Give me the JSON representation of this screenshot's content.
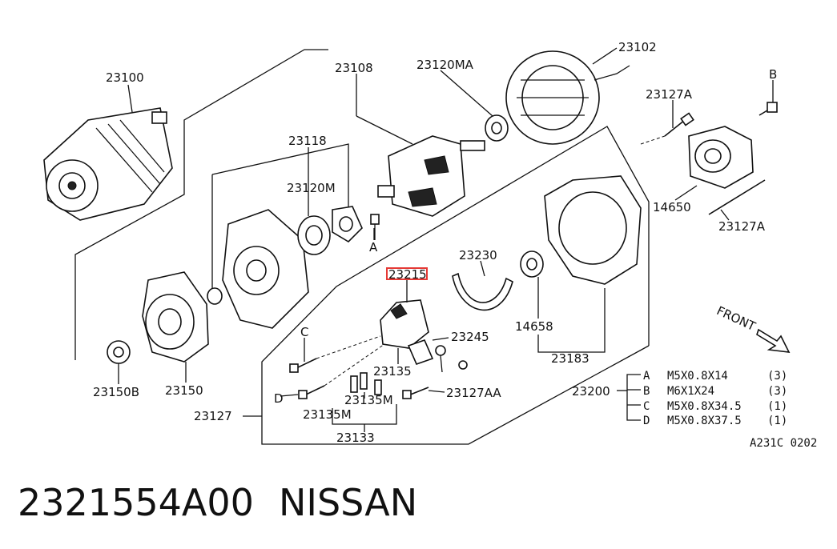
{
  "footer": {
    "part_number": "2321554A00",
    "brand": "NISSAN"
  },
  "diagram_code": "A231C 0202",
  "front_label": "FRONT",
  "highlight_color": "#e53935",
  "labels": {
    "p23100": "23100",
    "p23108": "23108",
    "p23120MA": "23120MA",
    "p23102": "23102",
    "pB_top": "B",
    "p23127A_top": "23127A",
    "p23118": "23118",
    "p23120M": "23120M",
    "pA_mid": "A",
    "p14650": "14650",
    "p23127A_right": "23127A",
    "p23215": "23215",
    "p23230": "23230",
    "p14658": "14658",
    "pC": "C",
    "p23245": "23245",
    "p23150B": "23150B",
    "p23150": "23150",
    "p23135": "23135",
    "p23183": "23183",
    "pD": "D",
    "p23135M_a": "23135M",
    "p23135M_b": "23135M",
    "p23127AA": "23127AA",
    "p23127": "23127",
    "p23133": "23133",
    "p23200": "23200"
  },
  "bolt_specs": [
    {
      "letter": "A",
      "size": "M5X0.8X14",
      "qty": "(3)"
    },
    {
      "letter": "B",
      "size": "M6X1X24",
      "qty": "(3)"
    },
    {
      "letter": "C",
      "size": "M5X0.8X34.5",
      "qty": "(1)"
    },
    {
      "letter": "D",
      "size": "M5X0.8X37.5",
      "qty": "(1)"
    }
  ]
}
